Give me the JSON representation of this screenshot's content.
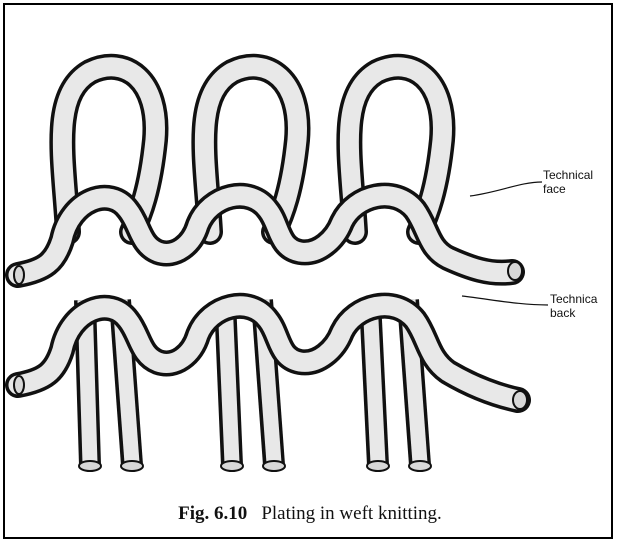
{
  "figure": {
    "caption_number": "Fig. 6.10",
    "caption_text": "Plating in weft knitting."
  },
  "labels": {
    "technical_face_line1": "Technical",
    "technical_face_line2": "face",
    "technical_back_line1": "Technica",
    "technical_back_line2": "back"
  },
  "colors": {
    "yarn_fill": "#e8e8e8",
    "yarn_outline": "#111111",
    "frame": "#000000"
  }
}
